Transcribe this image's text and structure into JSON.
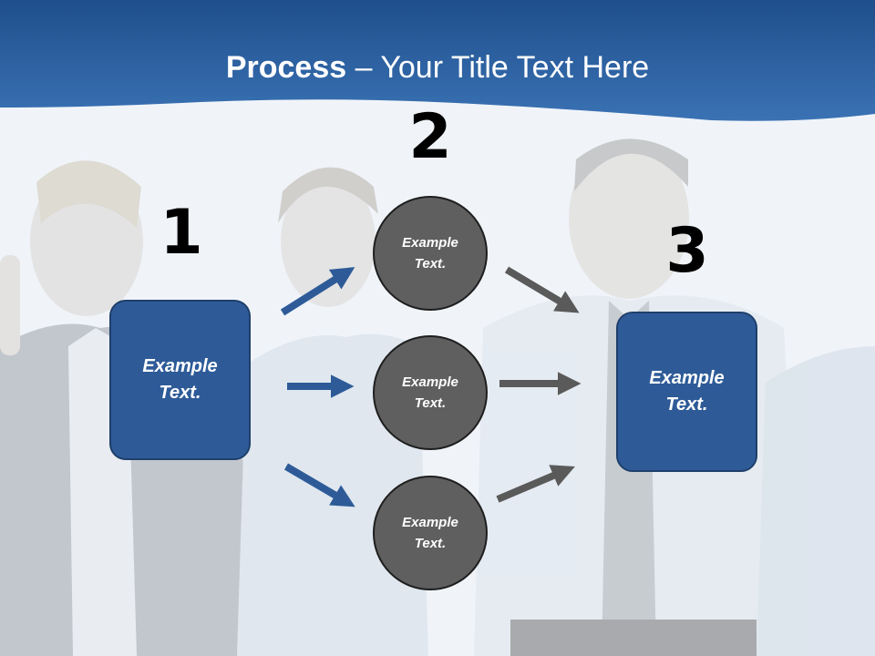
{
  "slide": {
    "title_bold": "Process",
    "title_rest": " – Your Title Text Here",
    "steps": [
      {
        "number": "1",
        "box_text": "Example Text."
      },
      {
        "number": "2"
      },
      {
        "number": "3",
        "box_text": "Example Text."
      }
    ],
    "circles": [
      {
        "text": "Example Text."
      },
      {
        "text": "Example Text."
      },
      {
        "text": "Example Text."
      }
    ]
  },
  "colors": {
    "header_blue": "#2a5d9b",
    "box_blue": "#2e5b98",
    "circle_gray": "#5f5f5f",
    "arrow_blue": "#2e5b98",
    "arrow_gray": "#5a5a5a"
  }
}
